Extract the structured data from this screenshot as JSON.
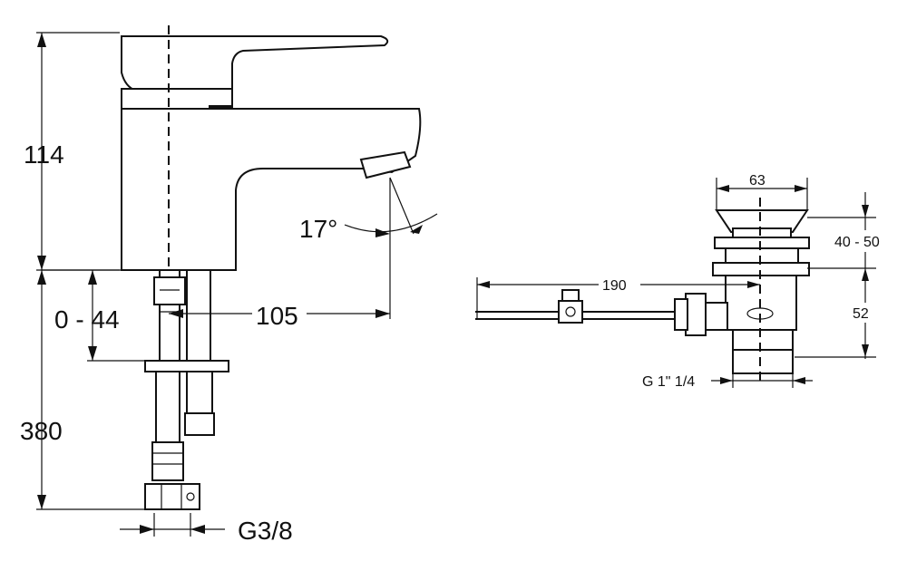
{
  "faucet": {
    "dim_height_body": "114",
    "dim_height_total": "380",
    "dim_deck_range": "0 - 44",
    "dim_reach": "105",
    "angle": "17°",
    "connection": "G3/8"
  },
  "waste": {
    "dim_head_diameter": "63",
    "dim_deck_range": "40 - 50",
    "dim_body_height": "52",
    "dim_lever_length": "190",
    "thread": "G 1\" 1/4"
  }
}
